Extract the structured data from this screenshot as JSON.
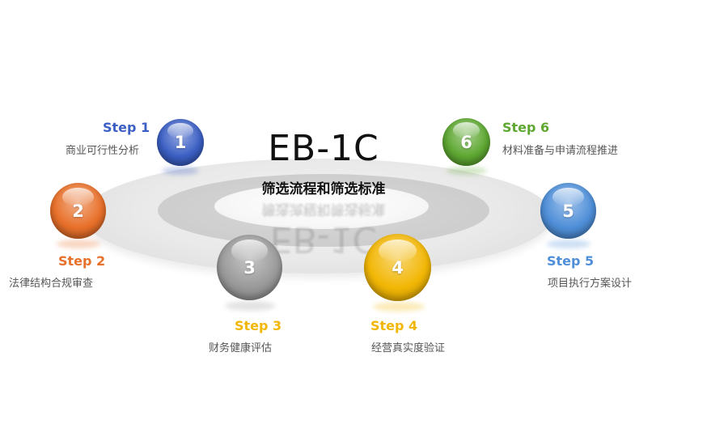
{
  "diagram": {
    "title": "EB-1C",
    "subtitle": "筛选流程和筛选标准"
  },
  "steps": [
    {
      "number": "1",
      "label": "Step 1",
      "desc": "商业可行性分析",
      "color": "#3b5fc4"
    },
    {
      "number": "2",
      "label": "Step 2",
      "desc": "法律结构合规审查",
      "color": "#e8702a"
    },
    {
      "number": "3",
      "label": "Step 3",
      "desc": "财务健康评估",
      "color": "#9a9a9a"
    },
    {
      "number": "4",
      "label": "Step 4",
      "desc": "经营真实度验证",
      "color": "#f2b705"
    },
    {
      "number": "5",
      "label": "Step 5",
      "desc": "项目执行方案设计",
      "color": "#4f8fd8"
    },
    {
      "number": "6",
      "label": "Step 6",
      "desc": "材料准备与申请流程推进",
      "color": "#5ea832"
    }
  ]
}
